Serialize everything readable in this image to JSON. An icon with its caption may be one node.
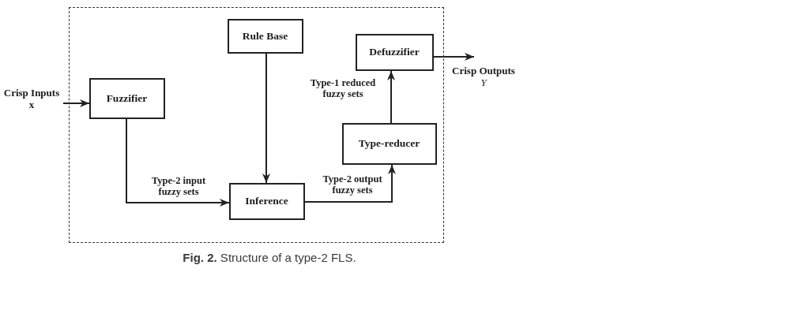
{
  "diagram": {
    "caption": "**Fig. 2.** Structure of a type-2 FLS.",
    "nodes": [
      {
        "text": [],
        "shape": "box"
      },
      {
        "text": [
          "Crisp Inputs",
          "x"
        ]
      },
      {
        "text": [
          "Fuzzifier"
        ],
        "in": 0
      },
      {
        "text": [
          "Rule Base"
        ],
        "in": 0
      },
      {
        "text": [
          "Defuzzifier"
        ],
        "in": 0
      },
      {
        "text": [
          "Crisp Outputs",
          "Y"
        ]
      },
      {
        "text": [
          "Type-reducer"
        ],
        "in": 0
      },
      {
        "text": [
          "Inference"
        ],
        "in": 0
      }
    ],
    "edges": [
      {
        "from": 1,
        "to": 2,
        "arrow": "to"
      },
      {
        "from": 2,
        "to": 7,
        "arrow": "to",
        "label": "Type-2 input fuzzy sets"
      },
      {
        "from": 3,
        "to": 7,
        "arrow": "to"
      },
      {
        "from": 7,
        "to": 6,
        "arrow": "to",
        "label": "Type-2 output fuzzy sets"
      },
      {
        "from": 6,
        "to": 4,
        "arrow": "to",
        "label": "Type-1 reduced fuzzy sets"
      },
      {
        "from": 4,
        "to": 5,
        "arrow": "to"
      }
    ]
  }
}
